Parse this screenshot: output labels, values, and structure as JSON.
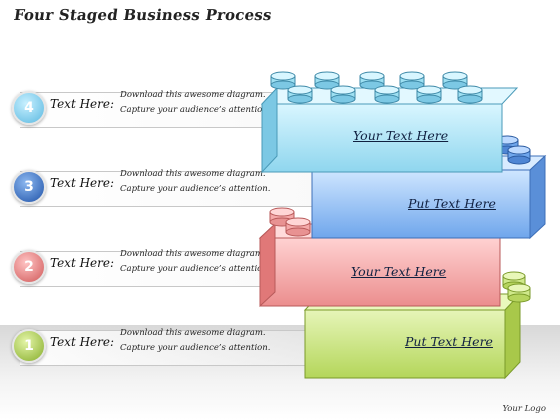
{
  "title": "Four Staged Business Process",
  "steps": [
    {
      "number": "4",
      "label": "Text Here:",
      "line1": "Download this awesome diagram.",
      "line2": "Capture your audience’s attention.",
      "color": "#7fd0f0"
    },
    {
      "number": "3",
      "label": "Text Here:",
      "line1": "Download this awesome diagram.",
      "line2": "Capture your audience’s attention.",
      "color": "#2f6fc4"
    },
    {
      "number": "2",
      "label": "Text Here:",
      "line1": "Download this awesome diagram.",
      "line2": "Capture your audience’s attention.",
      "color": "#e07a7a"
    },
    {
      "number": "1",
      "label": "Text Here:",
      "line1": "Download this awesome diagram.",
      "line2": "Capture your audience’s attention.",
      "color": "#9fc43a"
    }
  ],
  "bricks": {
    "b4": {
      "text": "Your Text Here",
      "color": "#9ee0f2"
    },
    "b3": {
      "text": "Put Text Here",
      "color": "#8fbdf2"
    },
    "b2": {
      "text": "Your Text Here",
      "color": "#f4a9a9"
    },
    "b1": {
      "text": "Put Text Here",
      "color": "#cfe88a"
    }
  },
  "logo": "Your Logo"
}
